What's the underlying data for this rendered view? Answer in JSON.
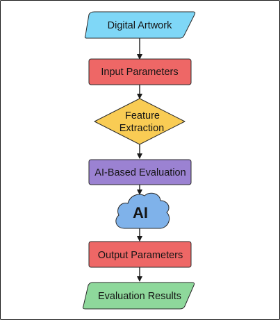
{
  "diagram": {
    "nodes": [
      {
        "id": "artwork",
        "shape": "parallelogram",
        "label": "Digital Artwork",
        "fill": "#7fd7f7"
      },
      {
        "id": "input",
        "shape": "rectangle",
        "label": "Input Parameters",
        "fill": "#ee6766"
      },
      {
        "id": "feature",
        "shape": "diamond",
        "label_lines": [
          "Feature",
          "Extraction"
        ],
        "fill": "#f9cc54"
      },
      {
        "id": "evaluation",
        "shape": "rectangle",
        "label": "AI-Based Evaluation",
        "fill": "#9b82d2"
      },
      {
        "id": "ai",
        "shape": "cloud",
        "label": "AI",
        "fill": "#7fb2ea"
      },
      {
        "id": "output",
        "shape": "rectangle",
        "label": "Output Parameters",
        "fill": "#ee6766"
      },
      {
        "id": "results",
        "shape": "parallelogram",
        "label": "Evaluation Results",
        "fill": "#8ed89b"
      }
    ],
    "edges": [
      {
        "from": "artwork",
        "to": "input"
      },
      {
        "from": "input",
        "to": "feature"
      },
      {
        "from": "feature",
        "to": "evaluation"
      },
      {
        "from": "evaluation",
        "to": "ai"
      },
      {
        "from": "ai",
        "to": "output"
      },
      {
        "from": "output",
        "to": "results"
      }
    ]
  }
}
